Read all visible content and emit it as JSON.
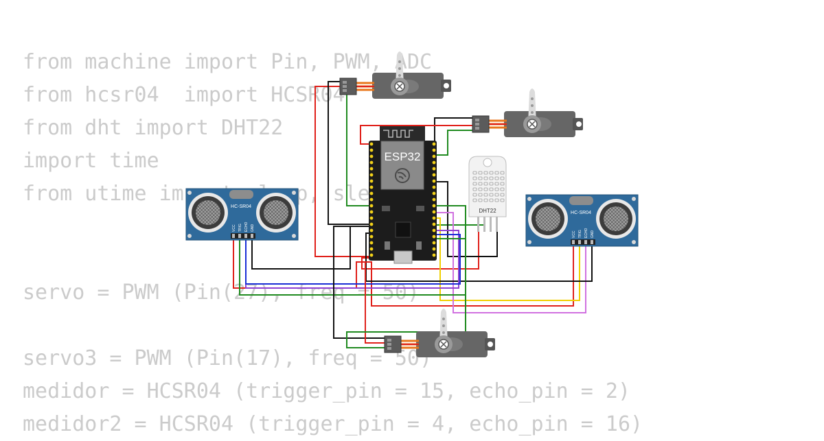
{
  "code_lines": [
    "from machine import Pin, PWM, ADC",
    "from hcsr04  import HCSR04",
    "from dht import DHT22",
    "import time",
    "from utime import sleep, sleep_ms",
    "",
    "",
    "servo = PWM (Pin(27), freq = 50)",
    "",
    "servo3 = PWM (Pin(17), freq = 50)",
    "medidor = HCSR04 (trigger_pin = 15, echo_pin = 2)",
    "medidor2 = HCSR04 (trigger_pin = 4, echo_pin = 16)"
  ],
  "board": {
    "label": "ESP32"
  },
  "sensor_left": {
    "label": "HC-SR04",
    "pins": [
      "VCC",
      "TRIG",
      "ECHO",
      "GND"
    ]
  },
  "sensor_right": {
    "label": "HC-SR04",
    "pins": [
      "VCC",
      "TRIG",
      "ECHO",
      "GND"
    ]
  },
  "dht": {
    "label": "DHT22"
  },
  "wire_colors": {
    "red": "#e0201a",
    "black": "#111111",
    "green": "#1f8a1f",
    "yellow": "#f0d000",
    "violet": "#d070e0",
    "blue": "#1a2ed6",
    "purple": "#9040d0"
  }
}
